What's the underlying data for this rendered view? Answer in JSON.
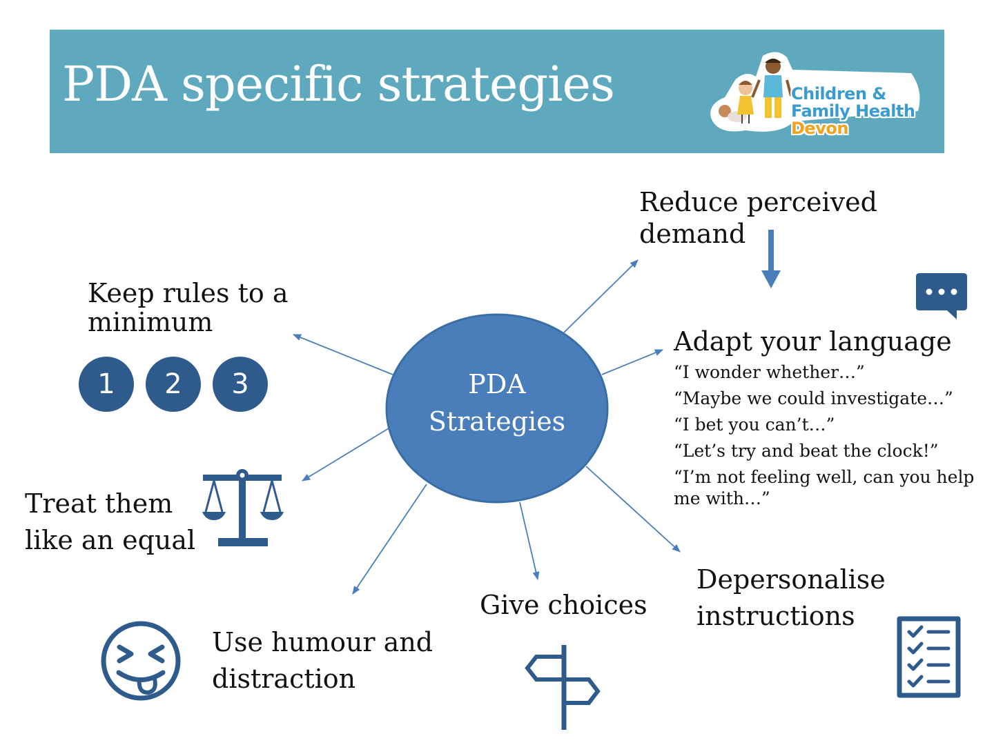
{
  "header": {
    "title": "PDA specific strategies",
    "logo_lines": [
      "Children &",
      "Family Health",
      "Devon"
    ]
  },
  "center": {
    "lines": [
      "PDA",
      "Strategies"
    ]
  },
  "nodes": {
    "reduce_demand": [
      "Reduce perceived",
      "demand"
    ],
    "keep_rules": [
      "Keep rules to a",
      "minimum"
    ],
    "numbers": [
      "1",
      "2",
      "3"
    ],
    "adapt_language": {
      "heading": "Adapt your language",
      "quotes": [
        "“I wonder whether…”",
        "“Maybe we could investigate…”",
        "“I bet you can’t…”",
        "“Let’s try and beat the clock!”",
        "“I’m not feeling well, can you help me with…”"
      ]
    },
    "treat_equal": [
      "Treat them",
      "like an equal"
    ],
    "humour": [
      "Use humour and",
      "distraction"
    ],
    "choices": "Give choices",
    "depersonalise": [
      "Depersonalise",
      "instructions"
    ]
  },
  "colors": {
    "header_bg": "#5fa9be",
    "ellipse_fill": "#4a7ebb",
    "icon_blue": "#2e5a8c",
    "arrow_blue": "#4a7ebb",
    "logo_blue": "#3a9bd0",
    "logo_orange": "#f2a31e"
  },
  "icons": [
    "down-arrow-icon",
    "speech-bubble-icon",
    "number-circles-icon",
    "scales-icon",
    "laughing-face-icon",
    "signpost-icon",
    "checklist-icon"
  ]
}
